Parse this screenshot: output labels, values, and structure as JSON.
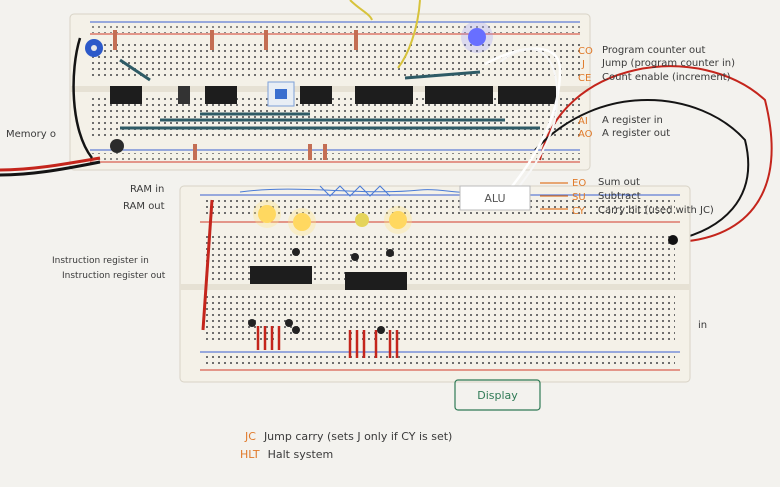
{
  "colors": {
    "accent_code": "#e07a2a",
    "handwriting": "#3a3a3a",
    "display_box": "#2f7a55",
    "breadboard": "#f4f1e8",
    "led_blue": "#5b63ff",
    "led_yellow": "#ffd24a"
  },
  "right_labels": {
    "co_code": "CO",
    "co_text": "Program counter out",
    "j_code": "J",
    "j_text": "Jump (program counter in)",
    "ce_code": "CE",
    "ce_text": "Count enable (increment)",
    "ai_code": "AI",
    "ai_text": "A register in",
    "ao_code": "AO",
    "ao_text": "A register out",
    "eo_code": "EO",
    "eo_text": "Sum out",
    "su_code": "SU",
    "su_text": "Subtract",
    "cy_code": "CY",
    "cy_text": "Carry bit (used with JC)",
    "in_text": "in"
  },
  "left_labels": {
    "memory": "Memory o",
    "ram_in": "RAM in",
    "ram_out": "RAM out",
    "ir_in": "Instruction register in",
    "ir_out": "Instruction register out"
  },
  "boxes": {
    "alu": "ALU",
    "display": "Display"
  },
  "legend": {
    "jc_code": "JC",
    "jc_text": "Jump carry (sets J only if CY is set)",
    "hlt_code": "HLT",
    "hlt_text": "Halt system"
  }
}
